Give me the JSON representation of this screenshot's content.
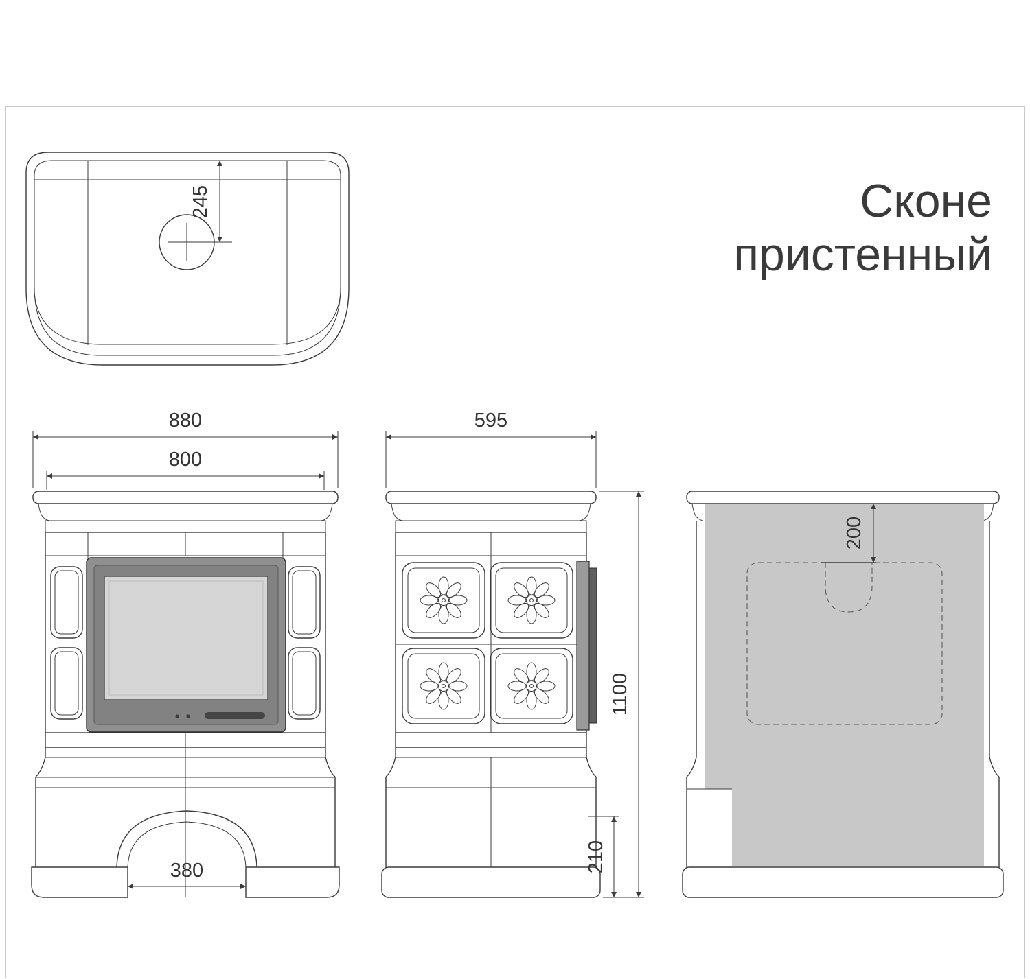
{
  "title": {
    "line1": "Сконе",
    "line2": "пристенный"
  },
  "dims": {
    "flue_offset": "245",
    "front_overall_width": "880",
    "front_body_width": "800",
    "arch_width": "380",
    "side_depth": "595",
    "total_height": "1100",
    "base_height": "210",
    "rear_flue_offset": "200"
  },
  "colors": {
    "line": "#3a3a3a",
    "heat_shield_gray": "#c8c8c8",
    "door_frame_gray": "#8f8f8f",
    "door_glass_gray": "#d6d6d6"
  }
}
